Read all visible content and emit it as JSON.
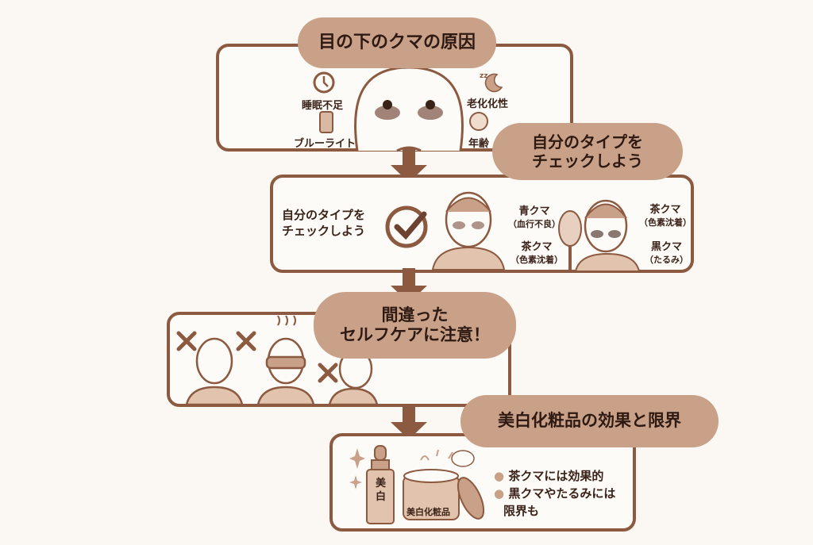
{
  "section1": {
    "title": "目の下のクマの原因",
    "causes": [
      "睡眠不足",
      "ブルーライト",
      "老化化性",
      "年齢"
    ]
  },
  "section2": {
    "title_line1": "自分のタイプを",
    "title_line2": "チェックしよう",
    "label_line1": "自分のタイプを",
    "label_line2": "チェックしよう",
    "types": [
      {
        "name": "青クマ",
        "cause": "（血行不良）"
      },
      {
        "name": "茶クマ",
        "cause": "（色素沈着）"
      },
      {
        "name": "茶クマ",
        "cause": "（色素沈着）"
      },
      {
        "name": "黒クマ",
        "cause": "（たるみ）"
      }
    ]
  },
  "section3": {
    "title_line1": "間違った",
    "title_line2": "セルフケアに注意！"
  },
  "section4": {
    "title": "美白化粧品の効果と限界",
    "bottle_label": "美白",
    "jar_label": "美白化粧品",
    "bullets": [
      "茶クマには効果的",
      "黒クマやたるみには",
      "限界も"
    ]
  },
  "colors": {
    "border": "#8c5a40",
    "bubble": "#c9a088",
    "text": "#3a2218"
  }
}
